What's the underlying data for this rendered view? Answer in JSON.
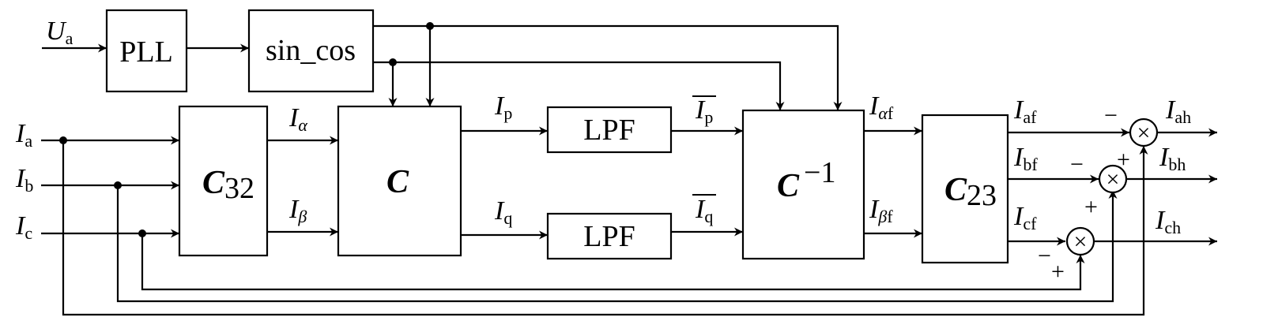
{
  "blocks": {
    "pll": "PLL",
    "sincos": "sin_cos",
    "c32": "C",
    "c32_sub": "32",
    "c": "C",
    "cinv": "C",
    "cinv_sup": "−1",
    "c23": "C",
    "c23_sub": "23",
    "lpf1": "LPF",
    "lpf2": "LPF"
  },
  "signals": {
    "ua": "U",
    "ua_sub": "a",
    "ia": "I",
    "ia_sub": "a",
    "ib": "I",
    "ib_sub": "b",
    "ic": "I",
    "ic_sub": "c",
    "ialpha": "I",
    "ialpha_sub": "α",
    "ibeta": "I",
    "ibeta_sub": "β",
    "ip": "I",
    "ip_sub": "p",
    "iq": "I",
    "iq_sub": "q",
    "ipbar": "I",
    "ipbar_sub": "p",
    "iqbar": "I",
    "iqbar_sub": "q",
    "ialphaf": "I",
    "ialphaf_sub1": "α",
    "ialphaf_sub2": "f",
    "ibetaf": "I",
    "ibetaf_sub1": "β",
    "ibetaf_sub2": "f",
    "iaf": "I",
    "iaf_sub": "af",
    "ibf": "I",
    "ibf_sub": "bf",
    "icf": "I",
    "icf_sub": "cf",
    "iah": "I",
    "iah_sub": "ah",
    "ibh": "I",
    "ibh_sub": "bh",
    "ich": "I",
    "ich_sub": "ch"
  },
  "signs": {
    "minus": "−",
    "plus": "+"
  },
  "multiply_symbol": "×"
}
